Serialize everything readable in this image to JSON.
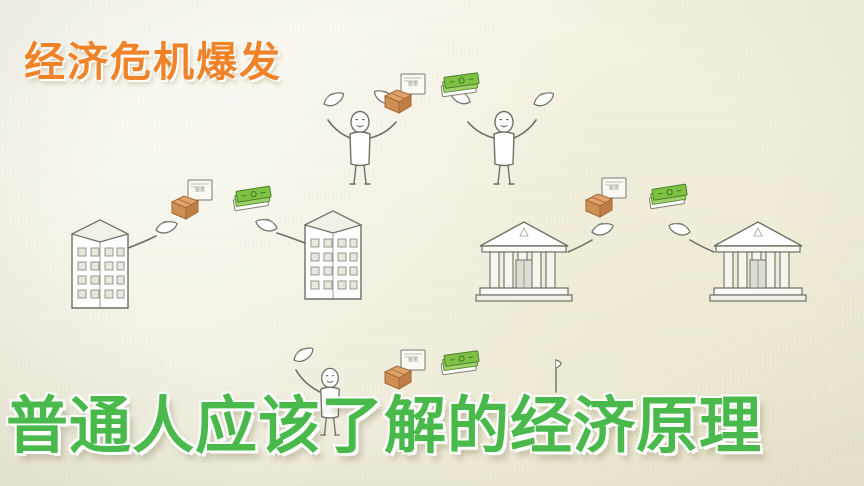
{
  "video_frame": {
    "title_top": "经济危机爆发",
    "title_bottom": "普通人应该了解的经济原理",
    "colors": {
      "background": "#f4f2e3",
      "title_top_color": "#f08228",
      "title_bottom_color": "#49b94b",
      "title_outline": "#ffffff",
      "line_art": "#6f6f68",
      "money_green": "#7dc242",
      "box_brown": "#c98a55"
    },
    "illustration": {
      "description": "手绘风格白板动画：两栋办公楼、两座银行建筑、三个火柴人角色，彼此之间交换装有‘投资’标签的纸箱与成捆钞票",
      "note_label": "投资",
      "elements": [
        {
          "name": "office-building-left",
          "type": "building"
        },
        {
          "name": "office-building-right",
          "type": "building"
        },
        {
          "name": "bank-building-left",
          "type": "bank"
        },
        {
          "name": "bank-building-right",
          "type": "bank"
        },
        {
          "name": "stick-figure-left",
          "type": "person"
        },
        {
          "name": "stick-figure-right",
          "type": "person"
        },
        {
          "name": "stick-figure-bottom",
          "type": "person"
        },
        {
          "name": "money-bundle",
          "type": "cash",
          "count": 4
        },
        {
          "name": "investment-box",
          "type": "box",
          "count": 4
        }
      ]
    }
  }
}
